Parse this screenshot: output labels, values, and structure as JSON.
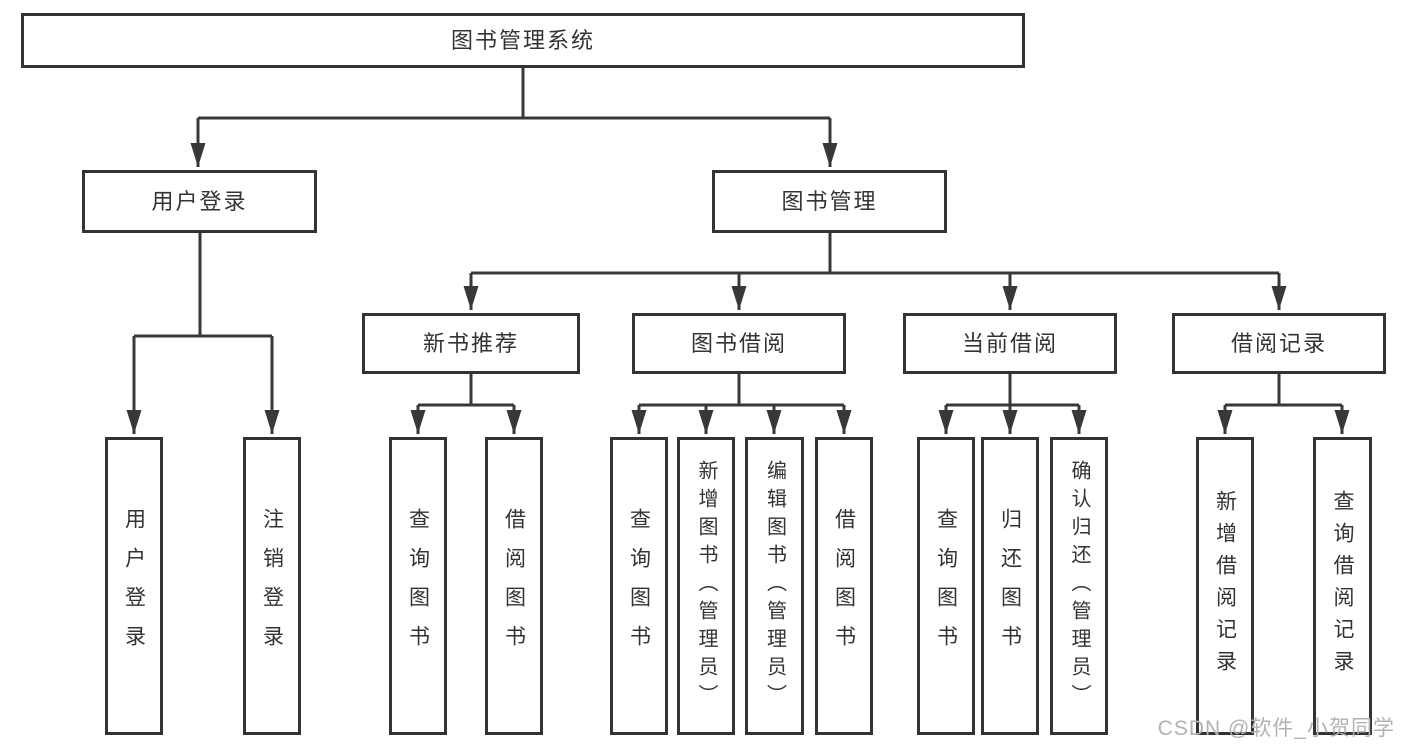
{
  "diagram": {
    "title": "图书管理系统",
    "branches": [
      {
        "label": "用户登录",
        "children": [
          {
            "label": "用户登录"
          },
          {
            "label": "注销登录"
          }
        ]
      },
      {
        "label": "图书管理",
        "children": [
          {
            "label": "新书推荐",
            "children": [
              {
                "label": "查询图书"
              },
              {
                "label": "借阅图书"
              }
            ]
          },
          {
            "label": "图书借阅",
            "children": [
              {
                "label": "查询图书"
              },
              {
                "label": "新增图书（管理员）"
              },
              {
                "label": "编辑图书（管理员）"
              },
              {
                "label": "借阅图书"
              }
            ]
          },
          {
            "label": "当前借阅",
            "children": [
              {
                "label": "查询图书"
              },
              {
                "label": "归还图书"
              },
              {
                "label": "确认归还（管理员）"
              }
            ]
          },
          {
            "label": "借阅记录",
            "children": [
              {
                "label": "新增借阅记录"
              },
              {
                "label": "查询借阅记录"
              }
            ]
          }
        ]
      }
    ]
  },
  "watermark": {
    "text": "CSDN @软件_小贺同学"
  },
  "colors": {
    "line": "#383838",
    "box_border": "#333333",
    "text": "#333333",
    "watermark": "#b2b2b2",
    "background": "#ffffff"
  }
}
